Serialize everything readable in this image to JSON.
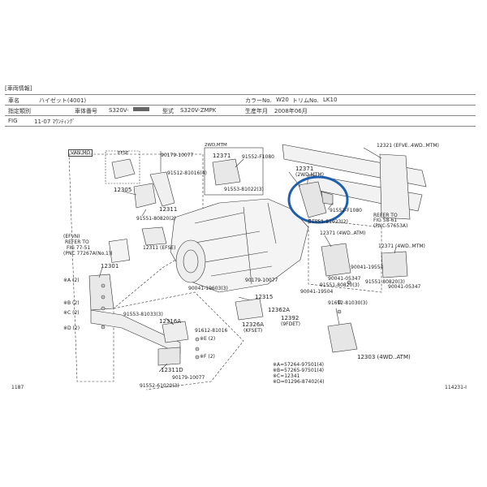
{
  "header": {
    "section": "[車両情報]",
    "row1": {
      "k1": "車名",
      "v1": "ハイゼット(4001)",
      "k2": "カラーNo.",
      "v2": "W20",
      "k3": "トリムNo.",
      "v3": "LK10"
    },
    "row2": {
      "k1": "指定類別",
      "k2": "車体番号",
      "v2": "S320V-",
      "k3": "型式",
      "v3": "S320V-ZMPK",
      "k4": "生産年月",
      "v4": "2008年06月"
    },
    "row3": {
      "k1": "FIG",
      "v1": "11-07 ﾏｳﾝﾃｨﾝｸﾞ"
    }
  },
  "labels": {
    "van_mo": "VAN,MO",
    "efse": "EFSE",
    "p90179_10077_a": "90179-10077",
    "p91512_81016": "91512-81016(4)",
    "p12305": "12305",
    "p12311": "12311",
    "p91551_80820": "91551-80820(2)",
    "p12311_efse": "12311 (EFSE)",
    "efvn_refer": "(EFVN)",
    "refer_to": "REFER TO",
    "fig_77_51": "FIG 77-51",
    "pnc_77267a": "(PNC 77267A(No.1))",
    "p12301": "12301",
    "ref_a": "※A (2)",
    "ref_b": "※B (2)",
    "ref_c": "※C (2)",
    "ref_d": "※D (2)",
    "p91553_81033": "91553-81033(3)",
    "p12316a": "12316A",
    "p12311d": "12311D",
    "p90179_10077_b": "90179-10077",
    "p91552_61020": "91552-61020(3)",
    "ref_e": "※E (2)",
    "ref_f": "※F (2)",
    "box_2wd_mtm": "2WD,MTM",
    "p12371_box": "12371",
    "p91552_f1080_a": "91552-F1080",
    "p91553_81022": "91553-81022(3)",
    "p12371_main": "12371",
    "p2wd_mtm_main": "(2WD,MTM)",
    "p91552_f1080_b": "91552-F1080",
    "p91551_81023": "91551-81023(2)",
    "p90041_19603": "90041-19603(3)",
    "p90179_10077_c": "90179-10077",
    "p12315": "12315",
    "p12362a": "12362A",
    "p91612_81016": "91612-81016",
    "p12326a": "12326A",
    "kfset": "(KFSET)",
    "p12392": "12392",
    "p9fdet": "(9FDET)",
    "p12321": "12321 (EFVE..4WD..MTM)",
    "refer_to_b": "REFER TO",
    "fig_58_61": "FIG 58-61",
    "pnc_57653a": "(PNC-57653A)",
    "p12371_4wd_atm": "12371 (4WD..ATM)",
    "p12371_4wd_mtm": "12371 (4WD..MTM)",
    "p90041_19554": "90041-19554",
    "p90041_05347_a": "90041-05347",
    "p91551_80820_b": "91551-80820(3)",
    "p90041_05347_b": "90041-05347",
    "p90041_19504": "90041-19504",
    "p91551_80820_c": "91551-80820(3)",
    "p91612_81030": "91612-81030(3)",
    "p12303": "12303 (4WD..ATM)",
    "leg_a": "※A=57264-97501(4)",
    "leg_b": "※B=57265-97501(4)",
    "leg_c": "※C=12341",
    "leg_d": "※D=01296-87402(4)",
    "page_left": "1187",
    "page_right": "114231-I"
  },
  "highlight": {
    "color": "#1f5fae",
    "target": "12371"
  }
}
